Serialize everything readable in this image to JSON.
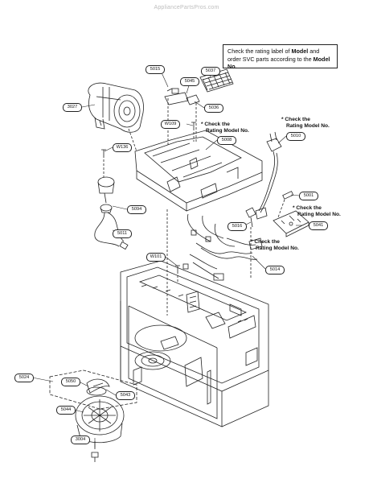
{
  "watermark": "AppliancePartsPros.com",
  "note": {
    "p1": "Check the rating label of ",
    "b1": "Model",
    "p2": " and order SVC parts according to the ",
    "b2": "Model No.",
    "p3": ""
  },
  "check_note": {
    "l1": "* Check the",
    "l2": "Rating Model No."
  },
  "parts": {
    "p5015": "5015",
    "p5045": "5045",
    "p5037": "5037",
    "p5036": "5036",
    "p3027": "3027",
    "pW109": "W109",
    "p5008": "5008",
    "p5010": "5010",
    "pW136": "W136",
    "p5094": "5094",
    "p5011": "5011",
    "p5001": "5001",
    "p5041": "5041",
    "p5016": "5016",
    "pW101": "W101",
    "p5014": "5014",
    "p5024": "5024",
    "p5050": "5050",
    "p5043": "5043",
    "p5044": "5044",
    "p3004": "3004"
  }
}
